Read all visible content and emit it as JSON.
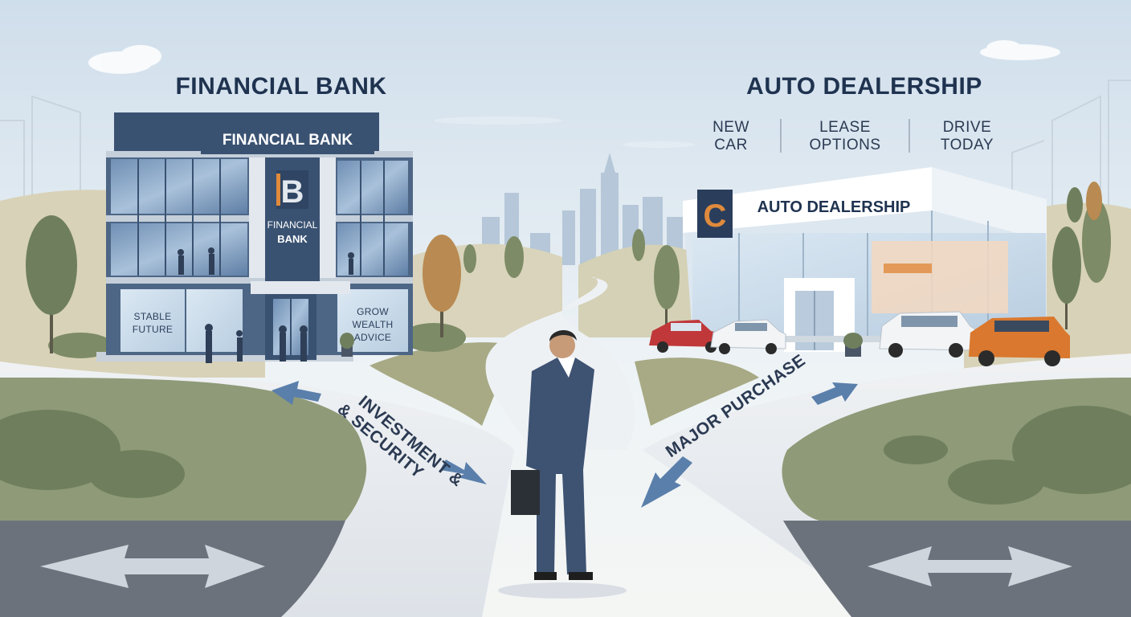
{
  "left": {
    "heading": "FINANCIAL BANK",
    "building_sign": "FINANCIAL BANK",
    "logo_letter": "B",
    "logo_line1": "FINANCIAL",
    "logo_line2": "BANK",
    "window_left": [
      "STABLE",
      "FUTURE"
    ],
    "window_right": [
      "GROW",
      "WEALTH",
      "ADVICE"
    ],
    "path_label": [
      "INVESTMENT &",
      "& SECURITY"
    ]
  },
  "right": {
    "heading": "AUTO DEALERSHIP",
    "features": [
      {
        "line1": "NEW",
        "line2": "CAR"
      },
      {
        "line1": "LEASE",
        "line2": "OPTIONS"
      },
      {
        "line1": "DRIVE",
        "line2": "TODAY"
      }
    ],
    "building_sign": "AUTO DEALERSHIP",
    "logo_letter": "C",
    "path_label": "MAJOR PURCHASE"
  },
  "colors": {
    "navy": "#1f3350",
    "bank_blue": "#3e5877",
    "accent_orange": "#e08a3c",
    "arrow_blue": "#5a7fab"
  }
}
